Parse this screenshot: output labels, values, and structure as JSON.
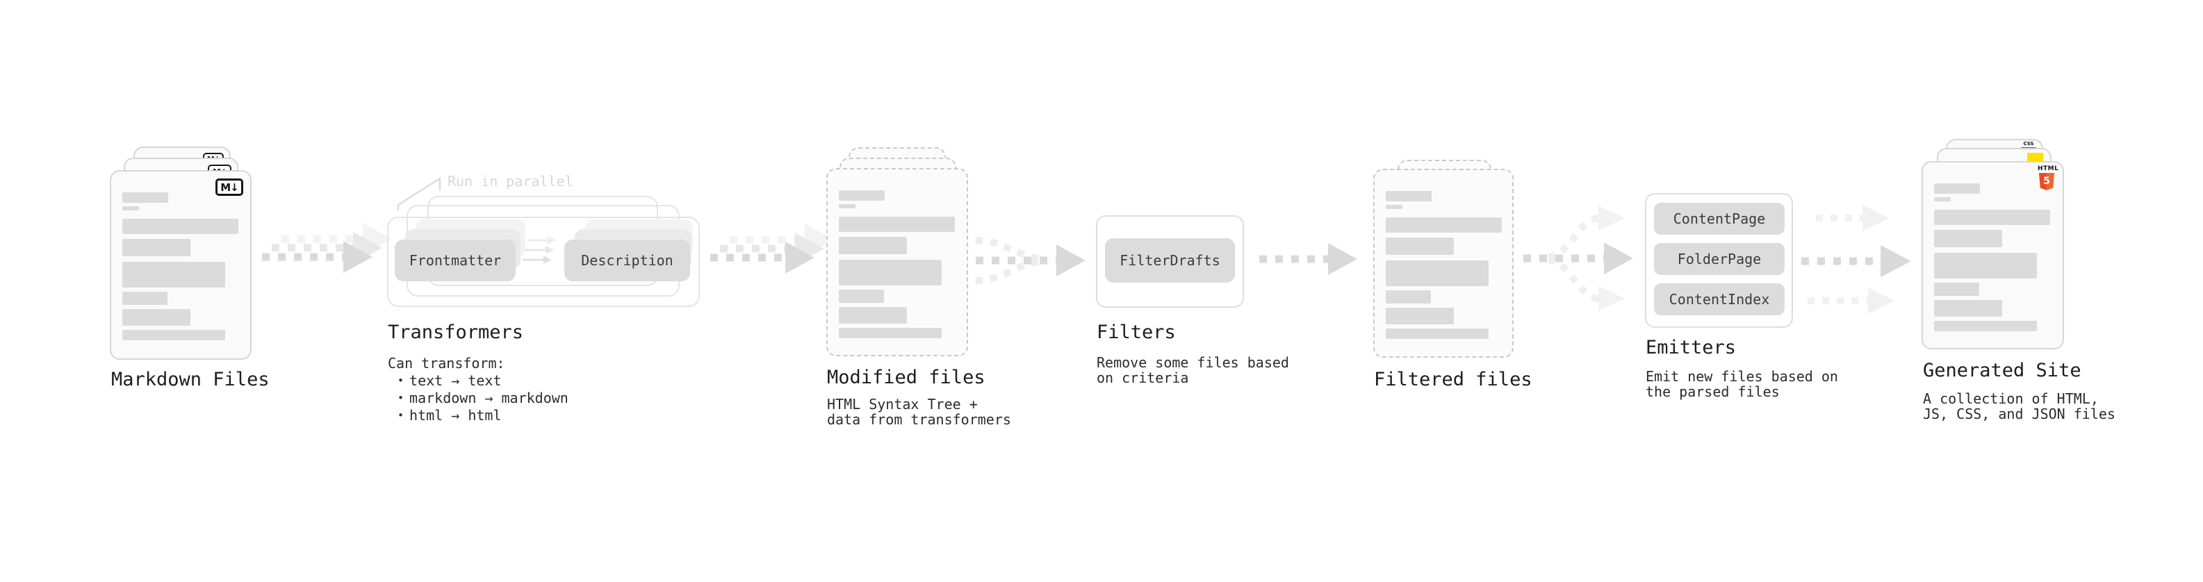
{
  "stages": {
    "markdown_files": {
      "label": "Markdown Files",
      "file_icon": "M↓"
    },
    "transformers": {
      "label": "Transformers",
      "annotation": "Run in parallel",
      "pills": [
        "Frontmatter",
        "Description"
      ],
      "note_heading": "Can transform:",
      "bullet": "•",
      "bullets": [
        "text → text",
        "markdown → markdown",
        "html → html"
      ]
    },
    "modified_files": {
      "label": "Modified files",
      "note_lines": [
        "HTML Syntax Tree +",
        "data from transformers"
      ]
    },
    "filters": {
      "label": "Filters",
      "pill": "FilterDrafts",
      "note_lines": [
        "Remove some files based",
        "on criteria"
      ]
    },
    "filtered_files": {
      "label": "Filtered files"
    },
    "emitters": {
      "label": "Emitters",
      "pills": [
        "ContentPage",
        "FolderPage",
        "ContentIndex"
      ],
      "note_lines": [
        "Emit new files based on",
        "the parsed files"
      ]
    },
    "generated_site": {
      "label": "Generated Site",
      "note_lines": [
        "A collection of HTML,",
        "JS, CSS, and JSON files"
      ],
      "html5_badge": {
        "word": "HTML",
        "number": "5"
      },
      "css_badge": "CSS"
    }
  },
  "colors": {
    "arrow_main": "#d9d9d9",
    "arrow_echo": "#e8e8e8",
    "arrow_faint": "#f1f1f1",
    "pill_bg": "#dcdcdc",
    "html5_orange": "#e44d26",
    "html5_orange_light": "#f16529",
    "js_yellow": "#ffdf00",
    "css_blue": "#2965f1"
  }
}
